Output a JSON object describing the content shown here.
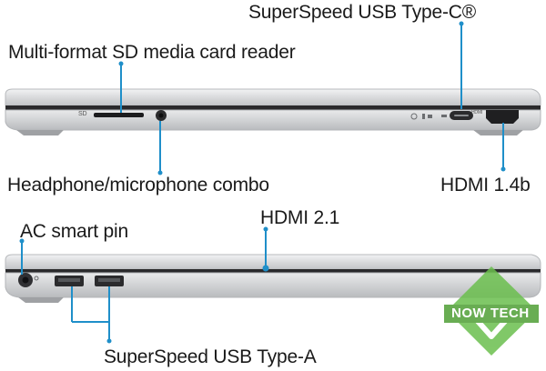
{
  "labels": {
    "usb_c": "SuperSpeed USB Type-C®",
    "sd_reader": "Multi-format SD media card reader",
    "headphone": "Headphone/microphone combo",
    "hdmi_14b": "HDMI 1.4b",
    "ac_pin": "AC smart pin",
    "hdmi_21": "HDMI 2.1",
    "usb_a": "SuperSpeed USB Type-A"
  },
  "port_markings": {
    "sd": "SD",
    "hdmi": "HDMI"
  },
  "watermark": {
    "text": "NOW TECH"
  },
  "colors": {
    "callout": "#1f8fc9",
    "chassis": "#d7d8da",
    "watermark_green": "#6bbf4e"
  }
}
